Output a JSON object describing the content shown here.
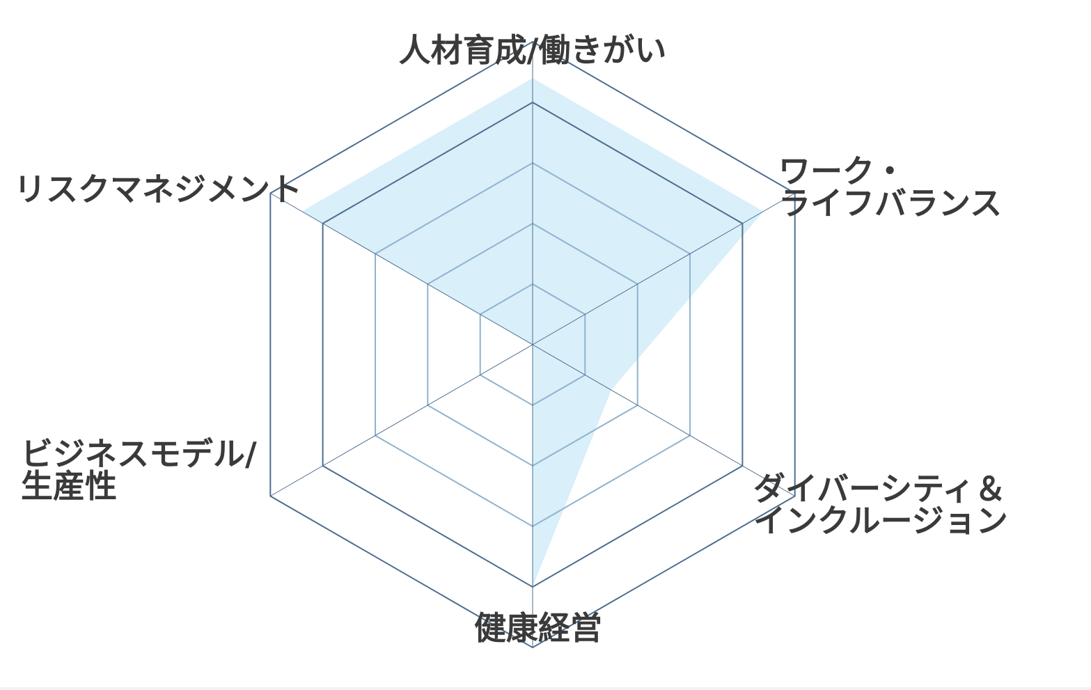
{
  "chart_data": {
    "type": "radar",
    "categories": [
      [
        "人材育成/働きがい"
      ],
      [
        "ワーク・",
        "ライフバランス"
      ],
      [
        "ダイバーシティ＆",
        "インクルージョン"
      ],
      [
        "健康経営"
      ],
      [
        "ビジネスモデル/",
        "生産性"
      ],
      [
        "リスクマネジメント"
      ]
    ],
    "series": [
      {
        "values": [
          4.4,
          4.4,
          1.5,
          4.0,
          0.0,
          4.4
        ]
      }
    ],
    "rlim": [
      0,
      5
    ],
    "rings": [
      1,
      2,
      3,
      4
    ],
    "grid": true,
    "colors": {
      "fill": "#d9effa",
      "grid_outer": "#4d6e8f",
      "grid_inner": "#8fb3cf",
      "spoke": "#4d6e8f",
      "label": "#3a3a3a"
    }
  }
}
